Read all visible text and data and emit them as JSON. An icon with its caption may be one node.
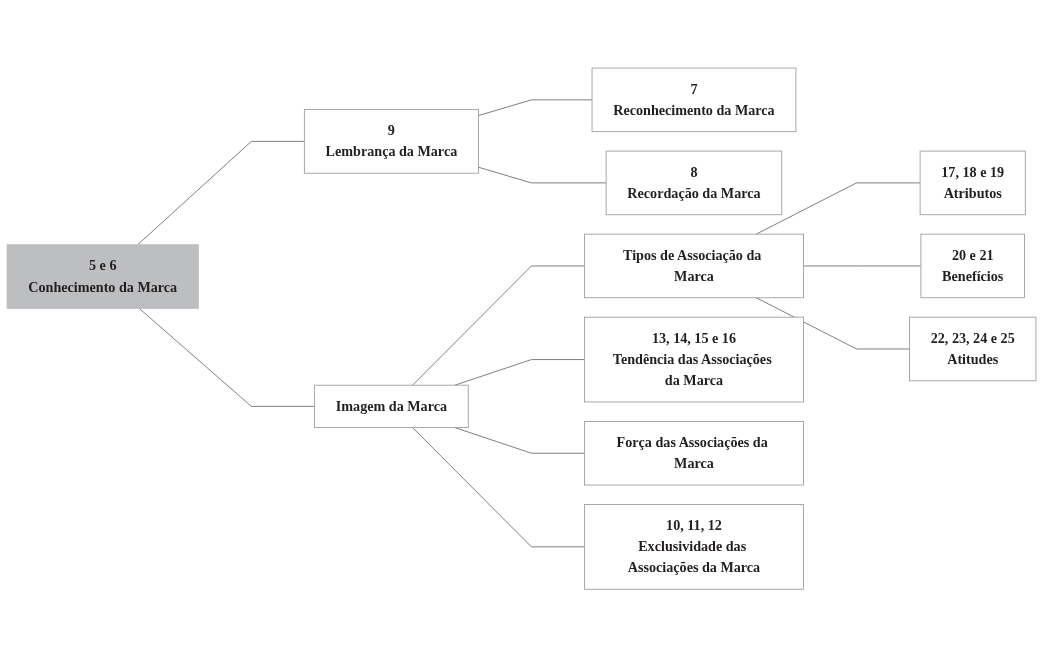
{
  "diagram": {
    "nodes": [
      {
        "text": [
          "5 e 6",
          "Conhecimento da Marca"
        ]
      },
      {
        "text": [
          "9",
          "Lembrança da Marca"
        ]
      },
      {
        "text": [
          "7",
          "Reconhecimento da Marca"
        ]
      },
      {
        "text": [
          "8",
          "Recordação da Marca"
        ]
      },
      {
        "text": [
          "Imagem da Marca"
        ]
      },
      {
        "text": [
          "Tipos de Associação da Marca"
        ]
      },
      {
        "text": [
          "17, 18 e 19",
          "Atributos"
        ]
      },
      {
        "text": [
          "20 e 21",
          "Benefícios"
        ]
      },
      {
        "text": [
          "22, 23, 24 e 25",
          "Atitudes"
        ]
      },
      {
        "text": [
          "13, 14, 15 e 16",
          "Tendência das Associações da Marca"
        ]
      },
      {
        "text": [
          "Força das Associações da Marca"
        ]
      },
      {
        "text": [
          "10, 11, 12",
          "Exclusividade das Associações da Marca"
        ]
      }
    ],
    "edges": [
      {
        "from": 0,
        "to": 1,
        "arrow": "none"
      },
      {
        "from": 0,
        "to": 4,
        "arrow": "none"
      },
      {
        "from": 1,
        "to": 2,
        "arrow": "none"
      },
      {
        "from": 1,
        "to": 3,
        "arrow": "none"
      },
      {
        "from": 4,
        "to": 5,
        "arrow": "none"
      },
      {
        "from": 4,
        "to": 9,
        "arrow": "none"
      },
      {
        "from": 4,
        "to": 10,
        "arrow": "none"
      },
      {
        "from": 4,
        "to": 11,
        "arrow": "none"
      },
      {
        "from": 5,
        "to": 6,
        "arrow": "none"
      },
      {
        "from": 5,
        "to": 7,
        "arrow": "none"
      },
      {
        "from": 5,
        "to": 8,
        "arrow": "none"
      }
    ]
  }
}
